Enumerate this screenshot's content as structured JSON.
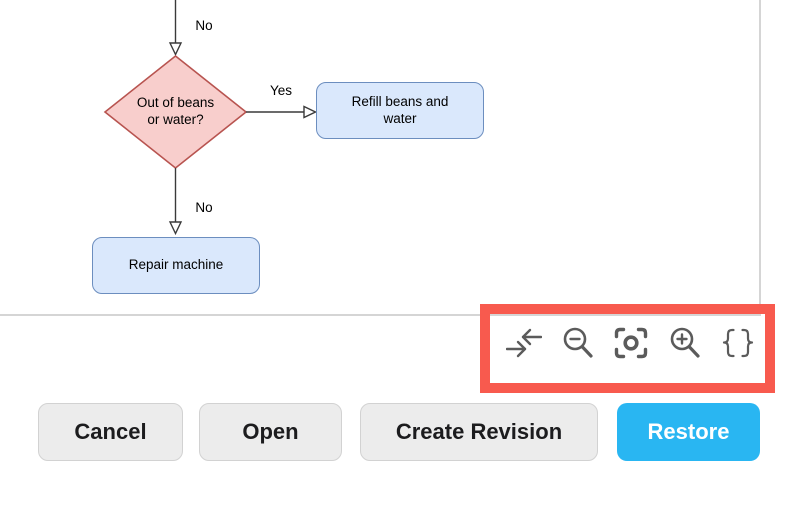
{
  "dialog": {
    "preview": {
      "edge_labels": {
        "no_top": "No",
        "yes": "Yes",
        "no_bottom": "No"
      },
      "decision_diamond": {
        "line1": "Out of beans",
        "line2": "or water?",
        "fill": "#f8cecc",
        "stroke": "#b85450"
      },
      "refill_node": {
        "line1": "Refill beans and",
        "line2": "water",
        "fill": "#dae8fc",
        "stroke": "#6c8ebf"
      },
      "repair_node": {
        "label": "Repair machine",
        "fill": "#dae8fc",
        "stroke": "#6c8ebf"
      },
      "pane_border_color": "#d5d5d5",
      "connector_color": "#3a3a3a"
    },
    "zoom_toolbar": {
      "icons": [
        "collapse-arrows-icon",
        "zoom-out-icon",
        "fit-page-icon",
        "zoom-in-icon",
        "code-braces-icon"
      ],
      "icon_color": "#5b5b5b",
      "highlight_box_color": "#f85a4e"
    },
    "footer_buttons": {
      "cancel": "Cancel",
      "open": "Open",
      "create_revision": "Create Revision",
      "restore": "Restore",
      "restore_bg": "#29b6f2",
      "restore_text_color": "#ffffff"
    }
  }
}
